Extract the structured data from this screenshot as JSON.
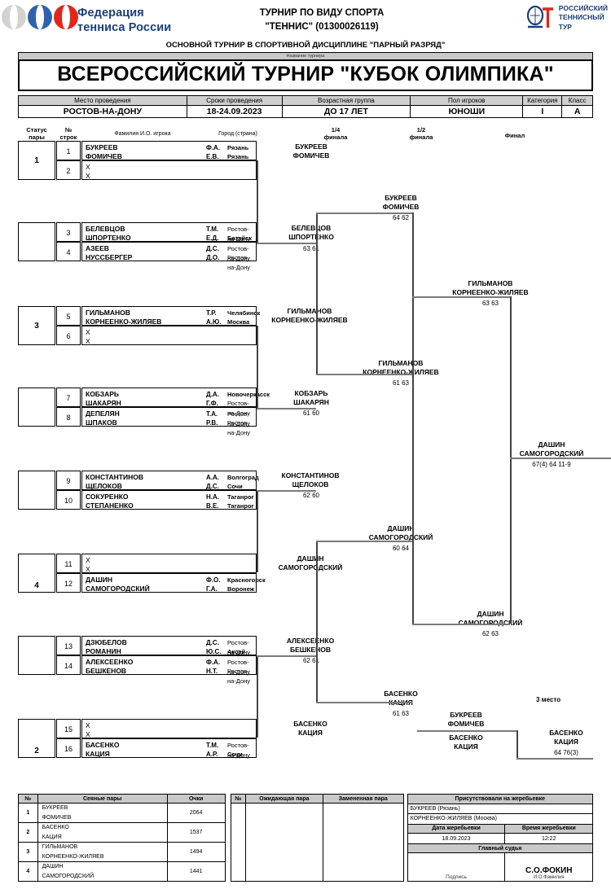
{
  "header": {
    "federation_line1": "Федерация",
    "federation_line2": "тенниса России",
    "tournament_type_line1": "ТУРНИР ПО ВИДУ СПОРТА",
    "tournament_type_line2": "\"ТЕННИС\" (01300026119)",
    "rtt_line1": "РОССИЙСКИЙ",
    "rtt_line2": "ТЕННИСНЫЙ",
    "rtt_line3": "ТУР",
    "rtt_mark": "RTT"
  },
  "discipline_line": "ОСНОВНОЙ ТУРНИР В СПОРТИВНОЙ ДИСЦИПЛИНЕ \"ПАРНЫЙ РАЗРЯД\"",
  "title_caption": "Название турнира",
  "title": "ВСЕРОССИЙСКИЙ ТУРНИР \"КУБОК ОЛИМПИКА\"",
  "info": {
    "labels": [
      "Место проведения",
      "Сроки проведения",
      "Возрастная группа",
      "Пол игроков",
      "Категория",
      "Класс"
    ],
    "values": [
      "РОСТОВ-НА-ДОНУ",
      "18-24.09.2023",
      "ДО 17 ЛЕТ",
      "ЮНОШИ",
      "I",
      "A"
    ]
  },
  "bracket_headers": {
    "status": "Статус\nпары",
    "status_l1": "Статус",
    "status_l2": "пары",
    "num_l1": "№",
    "num_l2": "строк",
    "player": "Фамилия И.О. игрока",
    "city": "Город (страна)",
    "quarter_l1": "1/4",
    "quarter_l2": "финала",
    "semi_l1": "1/2",
    "semi_l2": "финала",
    "final": "Финал",
    "third_place": "3 место"
  },
  "rows": [
    {
      "status": "1",
      "num": "1",
      "p1": {
        "name": "БУКРЕЕВ",
        "init": "Ф.А.",
        "city": "Рязань"
      },
      "p2": {
        "name": "ФОМИЧЕВ",
        "init": "Е.В.",
        "city": "Рязань"
      },
      "bold": true,
      "citybold": true
    },
    {
      "status": "",
      "num": "2",
      "p1": {
        "name": "X",
        "init": "",
        "city": ""
      },
      "p2": {
        "name": "X",
        "init": "",
        "city": ""
      },
      "bold": false,
      "citybold": false
    },
    {
      "status": "",
      "num": "3",
      "p1": {
        "name": "БЕЛЕВЦОВ",
        "init": "Т.М.",
        "city": "Ростов-на-Дону"
      },
      "p2": {
        "name": "ШПОРТЕНКО",
        "init": "Е.Д.",
        "city": "Батайск"
      },
      "bold": true,
      "citybold": false
    },
    {
      "status": "",
      "num": "4",
      "p1": {
        "name": "АЗЕЕВ",
        "init": "Д.С.",
        "city": "Ростов-на-Дону"
      },
      "p2": {
        "name": "НУССБЕРГЕР",
        "init": "Д.О.",
        "city": "Ростов-на-Дону"
      },
      "bold": true,
      "citybold": false
    },
    {
      "status": "3",
      "num": "5",
      "p1": {
        "name": "ГИЛЬМАНОВ",
        "init": "Т.Р.",
        "city": "Челябинск"
      },
      "p2": {
        "name": "КОРНЕЕНКО-ЖИЛЯЕВ",
        "init": "А.Ю.",
        "city": "Москва"
      },
      "bold": true,
      "citybold": false
    },
    {
      "status": "",
      "num": "6",
      "p1": {
        "name": "X",
        "init": "",
        "city": ""
      },
      "p2": {
        "name": "X",
        "init": "",
        "city": ""
      },
      "bold": false,
      "citybold": false
    },
    {
      "status": "",
      "num": "7",
      "p1": {
        "name": "КОБЗАРЬ",
        "init": "Д.А.",
        "city": "Новочеркасск"
      },
      "p2": {
        "name": "ШАКАРЯН",
        "init": "Г.Ф.",
        "city": "Ростов-на-Дону"
      },
      "bold": true,
      "citybold": false
    },
    {
      "status": "",
      "num": "8",
      "p1": {
        "name": "ДЕПЕЛЯН",
        "init": "Т.А.",
        "city": "Ростов-на-Дону"
      },
      "p2": {
        "name": "ШПАКОВ",
        "init": "Р.В.",
        "city": "Ростов-на-Дону"
      },
      "bold": true,
      "citybold": false
    },
    {
      "status": "",
      "num": "9",
      "p1": {
        "name": "КОНСТАНТИНОВ",
        "init": "А.А.",
        "city": "Волгоград"
      },
      "p2": {
        "name": "ЩЕЛОКОВ",
        "init": "Д.С.",
        "city": "Сочи"
      },
      "bold": true,
      "citybold": true
    },
    {
      "status": "",
      "num": "10",
      "p1": {
        "name": "СОКУРЕНКО",
        "init": "Н.А.",
        "city": "Таганрог"
      },
      "p2": {
        "name": "СТЕПАНЕНКО",
        "init": "В.Е.",
        "city": "Таганрог"
      },
      "bold": true,
      "citybold": true
    },
    {
      "status": "",
      "num": "11",
      "p1": {
        "name": "X",
        "init": "",
        "city": ""
      },
      "p2": {
        "name": "X",
        "init": "",
        "city": ""
      },
      "bold": false,
      "citybold": false
    },
    {
      "status": "4",
      "num": "12",
      "p1": {
        "name": "ДАШИН",
        "init": "Ф.О.",
        "city": "Красногорск"
      },
      "p2": {
        "name": "САМОГОРОДСКИЙ",
        "init": "Г.А.",
        "city": "Воронеж"
      },
      "bold": true,
      "citybold": true
    },
    {
      "status": "",
      "num": "13",
      "p1": {
        "name": "ДЗЮБЕЛОВ",
        "init": "Д.С.",
        "city": "Ростов-на-Дону"
      },
      "p2": {
        "name": "РОМАНИН",
        "init": "Ю.С.",
        "city": "Аксай"
      },
      "bold": true,
      "citybold": false
    },
    {
      "status": "",
      "num": "14",
      "p1": {
        "name": "АЛЕКСЕЕНКО",
        "init": "Ф.А.",
        "city": "Ростов-на-Дону"
      },
      "p2": {
        "name": "БЕШКЕНОВ",
        "init": "Н.Т.",
        "city": "Ростов-на-Дону"
      },
      "bold": true,
      "citybold": false
    },
    {
      "status": "",
      "num": "15",
      "p1": {
        "name": "X",
        "init": "",
        "city": ""
      },
      "p2": {
        "name": "X",
        "init": "",
        "city": ""
      },
      "bold": false,
      "citybold": false
    },
    {
      "status": "2",
      "num": "16",
      "p1": {
        "name": "БАСЕНКО",
        "init": "Т.М.",
        "city": "Ростов-на-Дону"
      },
      "p2": {
        "name": "КАЦИЯ",
        "init": "А.Р.",
        "city": "Сочи"
      },
      "bold": true,
      "citybold": false
    }
  ],
  "quarters": [
    {
      "l1": "БУКРЕЕВ",
      "l2": "ФОМИЧЕВ",
      "score": ""
    },
    {
      "l1": "БЕЛЕВЦОВ",
      "l2": "ШПОРТЕНКО",
      "score": "63 61"
    },
    {
      "l1": "ГИЛЬМАНОВ",
      "l2": "КОРНЕЕНКО-ЖИЛЯЕВ",
      "score": ""
    },
    {
      "l1": "КОБЗАРЬ",
      "l2": "ШАКАРЯН",
      "score": "61 60"
    },
    {
      "l1": "КОНСТАНТИНОВ",
      "l2": "ЩЕЛОКОВ",
      "score": "62 60"
    },
    {
      "l1": "ДАШИН",
      "l2": "САМОГОРОДСКИЙ",
      "score": ""
    },
    {
      "l1": "АЛЕКСЕЕНКО",
      "l2": "БЕШКЕНОВ",
      "score": "62 61"
    },
    {
      "l1": "БАСЕНКО",
      "l2": "КАЦИЯ",
      "score": ""
    }
  ],
  "semis": [
    {
      "l1": "БУКРЕЕВ",
      "l2": "ФОМИЧЕВ",
      "score": "64 62"
    },
    {
      "l1": "ГИЛЬМАНОВ",
      "l2": "КОРНЕЕНКО-ЖИЛЯЕВ",
      "score": "61 63"
    },
    {
      "l1": "ДАШИН",
      "l2": "САМОГОРОДСКИЙ",
      "score": "60 64"
    },
    {
      "l1": "БАСЕНКО",
      "l2": "КАЦИЯ",
      "score": "61 63"
    }
  ],
  "finals": [
    {
      "l1": "ГИЛЬМАНОВ",
      "l2": "КОРНЕЕНКО-ЖИЛЯЕВ",
      "score": "63 63"
    },
    {
      "l1": "ДАШИН",
      "l2": "САМОГОРОДСКИЙ",
      "score": "62 63"
    }
  ],
  "champion": {
    "l1": "ДАШИН",
    "l2": "САМОГОРОДСКИЙ",
    "score": "67(4) 64 11-9"
  },
  "third_place_match": {
    "pair1_l1": "БУКРЕЕВ",
    "pair1_l2": "ФОМИЧЕВ",
    "pair2_l1": "БАСЕНКО",
    "pair2_l2": "КАЦИЯ",
    "winner_l1": "БАСЕНКО",
    "winner_l2": "КАЦИЯ",
    "score": "64 76(3)"
  },
  "seeded_table": {
    "headers": [
      "№",
      "Сеяные пары",
      "Очки"
    ],
    "rows": [
      {
        "no": "1",
        "n1": "БУКРЕЕВ",
        "n2": "ФОМИЧЕВ",
        "pts": "2064"
      },
      {
        "no": "2",
        "n1": "БАСЕНКО",
        "n2": "КАЦИЯ",
        "pts": "1537"
      },
      {
        "no": "3",
        "n1": "ГИЛЬМАНОВ",
        "n2": "КОРНЕЕНКО-ЖИЛЯЕВ",
        "pts": "1494"
      },
      {
        "no": "4",
        "n1": "ДАШИН",
        "n2": "САМОГОРОДСКИЙ",
        "pts": "1441"
      }
    ]
  },
  "waiting_table": {
    "headers": [
      "№",
      "Ожидающая пара",
      "Замененная пара"
    ]
  },
  "attendance": {
    "title": "Присутствовали на жеребьевке",
    "people": [
      "БУКРЕЕВ (Рязань)",
      "КОРНЕЕНКО-ЖИЛЯЕВ (Москва)"
    ],
    "date_label": "Дата жеребьевки",
    "time_label": "Время жеребьевки",
    "date_value": "18.09.2023",
    "time_value": "12:22",
    "judge_label": "Главный судья",
    "signature_caption": "Подпись",
    "judge_name": "С.О.ФОКИН",
    "judge_caption": "И.О.Фамилия"
  },
  "colors": {
    "brand_blue": "#1b3f78",
    "ball_red": "#e1261c",
    "ball_blue": "#2f62ac",
    "ball_grey": "#d3d2d0",
    "band_grey": "#c9c9c9"
  }
}
